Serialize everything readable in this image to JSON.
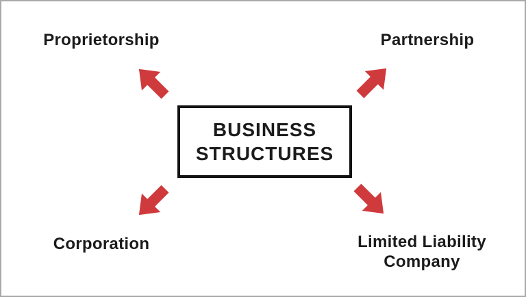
{
  "diagram": {
    "center": {
      "line1": "BUSINESS",
      "line2": "STRUCTURES"
    },
    "nodes": {
      "top_left": "Proprietorship",
      "top_right": "Partnership",
      "bottom_left": "Corporation",
      "bottom_right": "Limited Liability Company"
    },
    "icons": {
      "top_left": "arrow-up-left-icon",
      "top_right": "arrow-up-right-icon",
      "bottom_left": "arrow-down-left-icon",
      "bottom_right": "arrow-down-right-icon"
    },
    "colors": {
      "arrow": "#cf3a3d",
      "box_border": "#111111",
      "frame_border": "#a9a9a9",
      "text": "#1b1b1b",
      "background": "#ffffff"
    }
  }
}
